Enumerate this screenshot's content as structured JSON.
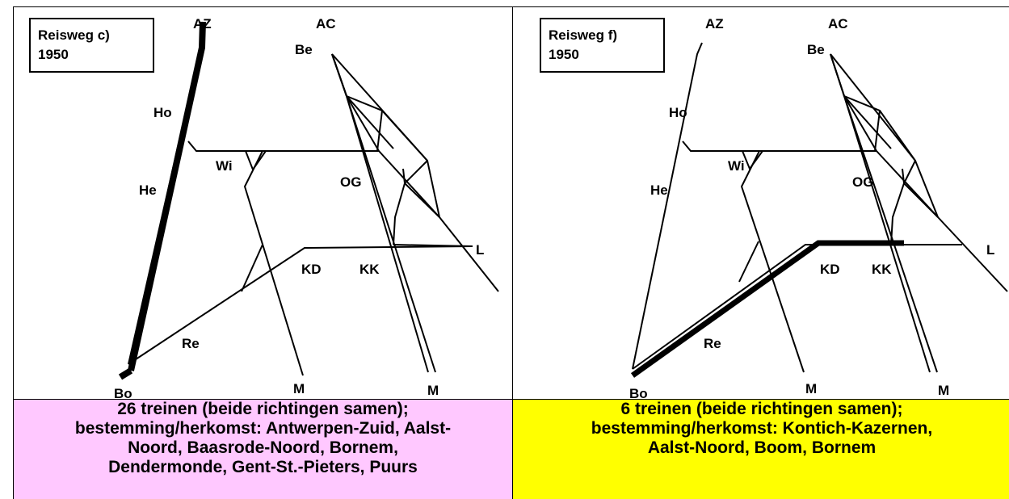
{
  "panels": [
    {
      "box_line1": "Reisweg c)",
      "box_line2": "1950",
      "caption_lines": [
        "26 treinen (beide richtingen samen);",
        "bestemming/herkomst: Antwerpen-Zuid, Aalst-",
        "Noord, Baasrode-Noord, Bornem,",
        "Dendermonde, Gent-St.-Pieters, Puurs"
      ],
      "caption_bg": "#FFC8FF"
    },
    {
      "box_line1": "Reisweg f)",
      "box_line2": "1950",
      "caption_lines": [
        "6 treinen (beide richtingen samen);",
        "bestemming/herkomst: Kontich-Kazernen,",
        "Aalst-Noord, Boom, Bornem"
      ],
      "caption_bg": "#FFFF00"
    }
  ],
  "stations": {
    "AZ": "AZ",
    "AC": "AC",
    "Be": "Be",
    "Ho": "Ho",
    "He": "He",
    "Wi": "Wi",
    "OG": "OG",
    "L": "L",
    "KD": "KD",
    "KK": "KK",
    "Re": "Re",
    "Bo": "Bo",
    "M": "M"
  },
  "colors": {
    "route": "#000000",
    "line": "#000000"
  }
}
